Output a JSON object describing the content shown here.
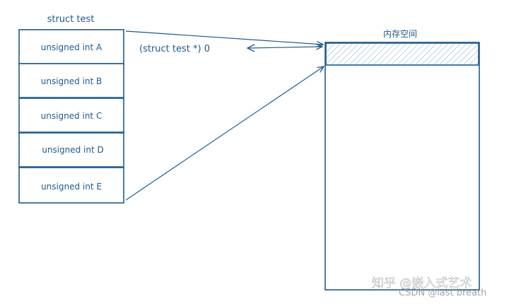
{
  "diagram": {
    "struct_title": "struct test",
    "fields": [
      {
        "label": "unsigned int A"
      },
      {
        "label": "unsigned int B"
      },
      {
        "label": "unsigned int C"
      },
      {
        "label": "unsigned int D"
      },
      {
        "label": "unsigned int E"
      }
    ],
    "cast_expression": "(struct test *) 0",
    "memory_label": "内存空间"
  },
  "watermarks": {
    "zhihu": "知乎 @嵌入式艺术",
    "csdn": "CSDN @last breath"
  },
  "colors": {
    "ink": "#1f5a8c",
    "hatch": "#7aa7c7"
  }
}
